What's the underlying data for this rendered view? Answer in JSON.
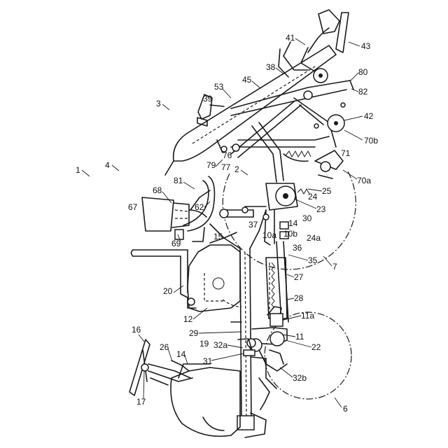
{
  "labels": {
    "l1": "1",
    "l2": "2",
    "l3": "3",
    "l4": "4",
    "l6": "6",
    "l7": "7",
    "l10a": "10a",
    "l10b": "10b",
    "l11": "11",
    "l11a": "11a",
    "l12": "12",
    "l14": "14",
    "l15": "15",
    "l16": "16",
    "l17": "17",
    "l19": "19",
    "l20": "20",
    "l22": "22",
    "l23": "23",
    "l24": "24",
    "l24a": "24a",
    "l25": "25",
    "l26": "26",
    "l27": "27",
    "l28": "28",
    "l29": "29",
    "l30": "30",
    "l31": "31",
    "l32a": "32a",
    "l32b": "32b",
    "l35": "35",
    "l36": "36",
    "l37": "37",
    "l38": "38",
    "l39": "39",
    "l41": "41",
    "l42": "42",
    "l43": "43",
    "l45": "45",
    "l53": "53",
    "l62": "62",
    "l67": "67",
    "l68": "68",
    "l69": "69",
    "l70a": "70a",
    "l70b": "70b",
    "l71": "71",
    "l76": "76",
    "l77": "77",
    "l79": "79",
    "l80": "80",
    "l81": "81",
    "l82": "82"
  }
}
